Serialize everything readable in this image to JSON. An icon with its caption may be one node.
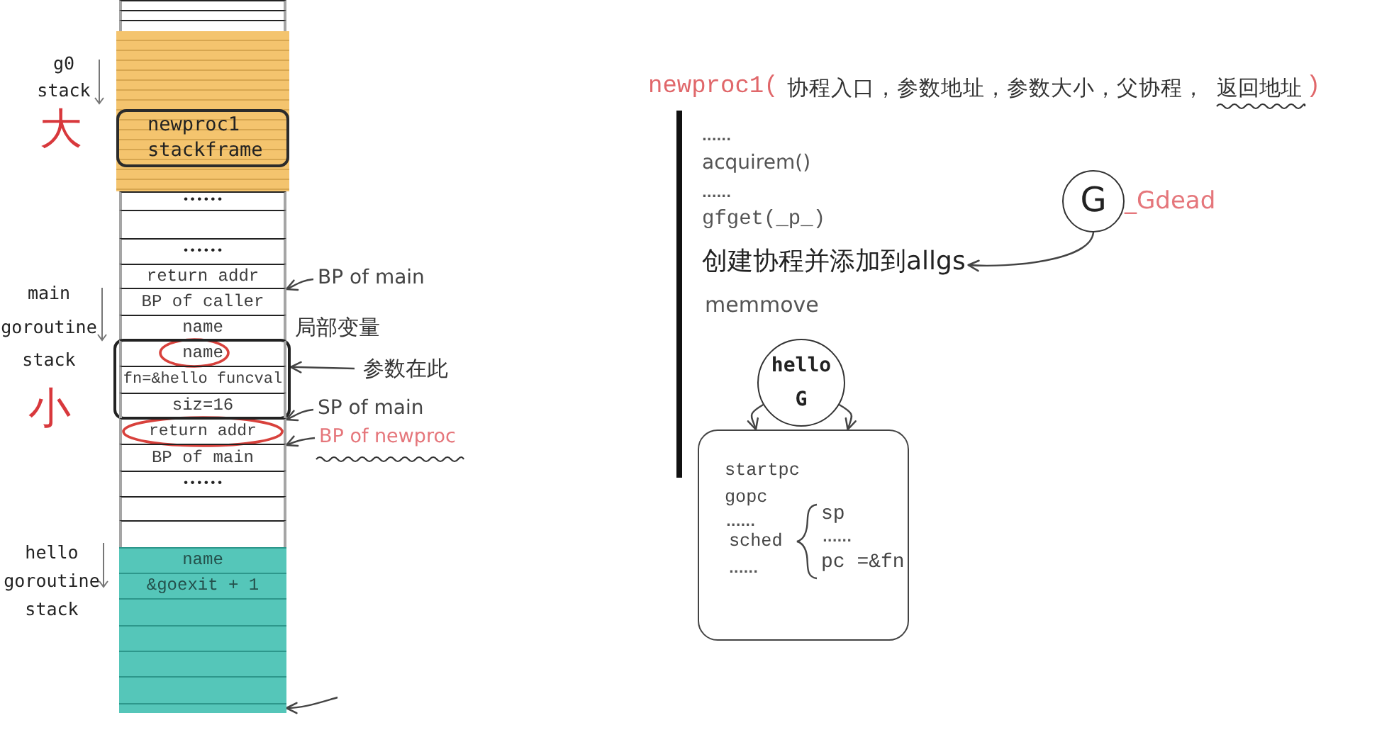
{
  "diagram": {
    "nodes": [
      {
        "text": [],
        "shape": "box"
      },
      {
        "text": [],
        "shape": "box"
      },
      {
        "text": [],
        "shape": "box"
      },
      {
        "text": [],
        "shape": "box"
      },
      {
        "text": [
          "newproc1 stackframe"
        ],
        "in": 3
      },
      {
        "text": [
          "••••••"
        ]
      },
      {
        "text": [],
        "shape": "box"
      },
      {
        "text": [
          "••••••"
        ]
      },
      {
        "text": [
          "return addr"
        ]
      },
      {
        "text": [
          "BP of caller"
        ]
      },
      {
        "text": [
          "name"
        ]
      },
      {
        "text": [],
        "shape": "box"
      },
      {
        "text": [
          "name"
        ],
        "in": 11
      },
      {
        "text": [
          "fn=&hello funcval"
        ],
        "in": 11
      },
      {
        "text": [
          "siz=16"
        ],
        "in": 11
      },
      {
        "text": [
          "return addr"
        ]
      },
      {
        "text": [
          "BP of main"
        ]
      },
      {
        "text": [
          "••••••"
        ]
      },
      {
        "text": [],
        "shape": "box"
      },
      {
        "text": [],
        "shape": "box"
      },
      {
        "text": [],
        "shape": "box"
      },
      {
        "text": [
          "name"
        ],
        "in": 20
      },
      {
        "text": [
          "&goexit + 1"
        ],
        "in": 20
      },
      {
        "text": [],
        "shape": "box",
        "in": 20
      },
      {
        "text": [],
        "shape": "box",
        "in": 20
      },
      {
        "text": [],
        "shape": "box",
        "in": 20
      },
      {
        "text": [],
        "shape": "box",
        "in": 20
      },
      {
        "text": [],
        "shape": "box",
        "in": 20
      },
      {
        "text": [
          "BP of main"
        ]
      },
      {
        "text": [
          "参数在此"
        ]
      },
      {
        "text": [
          "SP of main"
        ]
      },
      {
        "text": [
          "BP of newproc"
        ]
      },
      {
        "text": [
          "创建协程并添加到allgs"
        ]
      },
      {
        "text": [
          "G"
        ],
        "beside": [
          "_Gdead"
        ]
      },
      {
        "text": [
          "hello G"
        ]
      },
      {
        "text": [
          "startpc",
          "gopc",
          "......",
          "sched",
          "sp",
          "......",
          "pc =&fn",
          "......"
        ]
      }
    ],
    "edges": [
      {
        "from": 28,
        "to": 9,
        "arrow": "to"
      },
      {
        "from": 29,
        "to": 11,
        "arrow": "to"
      },
      {
        "from": 30,
        "to": 15,
        "arrow": "to"
      },
      {
        "from": 31,
        "to": 16,
        "arrow": "to"
      },
      {
        "from": null,
        "to": 27,
        "arrow": "to"
      },
      {
        "from": 33,
        "to": 32,
        "arrow": "to"
      },
      {
        "from": 34,
        "to": 35,
        "arrow": "to"
      },
      {
        "from": 34,
        "to": 35,
        "arrow": "to"
      }
    ],
    "labels": [
      "g0 stack",
      "大",
      "main goroutine stack",
      "小",
      "局部变量",
      "hello goroutine stack",
      "newproc1(",
      "协程入口，参数地址，参数大小，父协程，",
      "返回地址",
      ")",
      "......",
      "acquirem()",
      "......",
      "gfget(_p_)",
      "memmove"
    ]
  }
}
